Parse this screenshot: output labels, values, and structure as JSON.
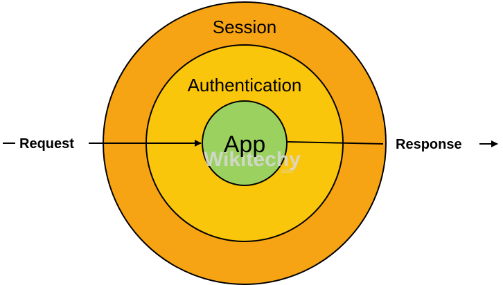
{
  "diagram": {
    "layers": {
      "session": "Session",
      "authentication": "Authentication",
      "app": "App"
    },
    "flow": {
      "request": "Request",
      "response": "Response"
    },
    "watermark": {
      "text": "Wikitechy",
      "sub": ".com"
    }
  },
  "colors": {
    "session_fill": "#F7A414",
    "authentication_fill": "#FAC60C",
    "app_fill": "#9BD15E",
    "outline": "#000000",
    "background": "#FFFFFF"
  }
}
